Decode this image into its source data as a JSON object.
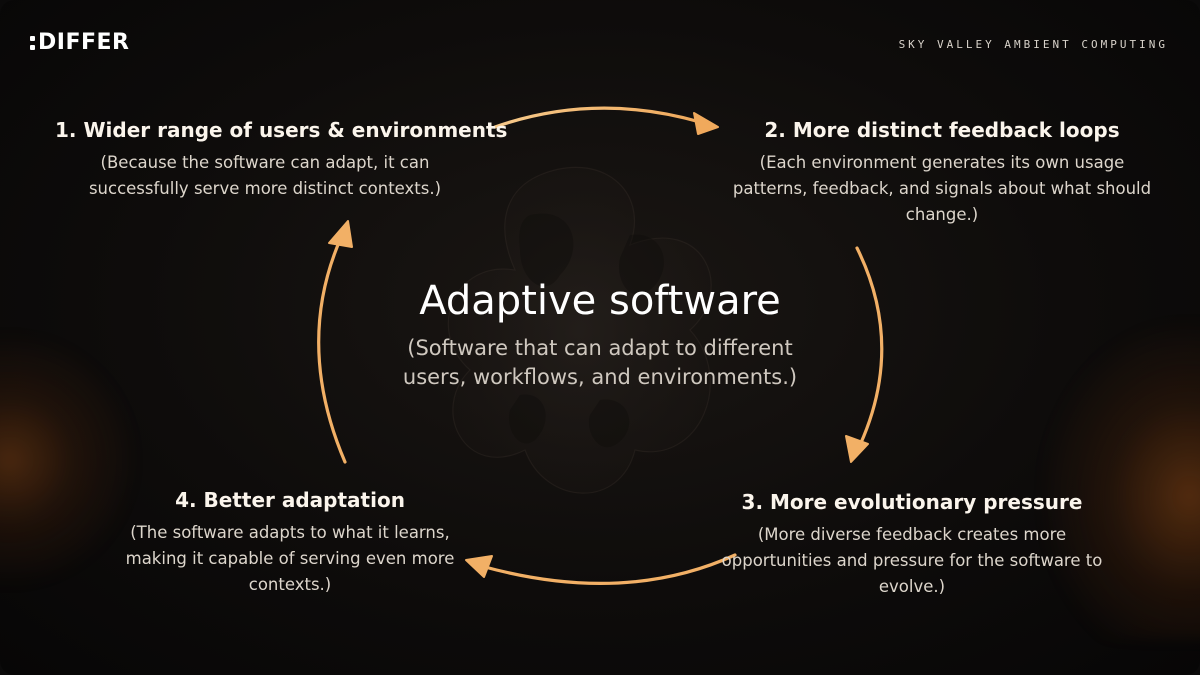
{
  "brand": {
    "logo_text": "DIFFER",
    "tagline": "SKY VALLEY AMBIENT COMPUTING"
  },
  "center": {
    "title": "Adaptive software",
    "subtitle": "(Software that can adapt to different users, workflows, and environments.)"
  },
  "steps": [
    {
      "title": "1. Wider range of users & environments",
      "description": "(Because the software can adapt, it can successfully serve more distinct contexts.)"
    },
    {
      "title": "2. More distinct feedback loops",
      "description": "(Each environment generates its own usage patterns, feedback, and signals about what should change.)"
    },
    {
      "title": "3. More evolutionary pressure",
      "description": "(More diverse feedback creates more opportunities and pressure for the software to evolve.)"
    },
    {
      "title": "4. Better adaptation",
      "description": "(The software adapts to what it learns, making it capable of serving even more contexts.)"
    }
  ],
  "colors": {
    "arrow": "#f2b066",
    "arrow_light": "#f7cc8e",
    "accent_glow": "#c8661c"
  }
}
